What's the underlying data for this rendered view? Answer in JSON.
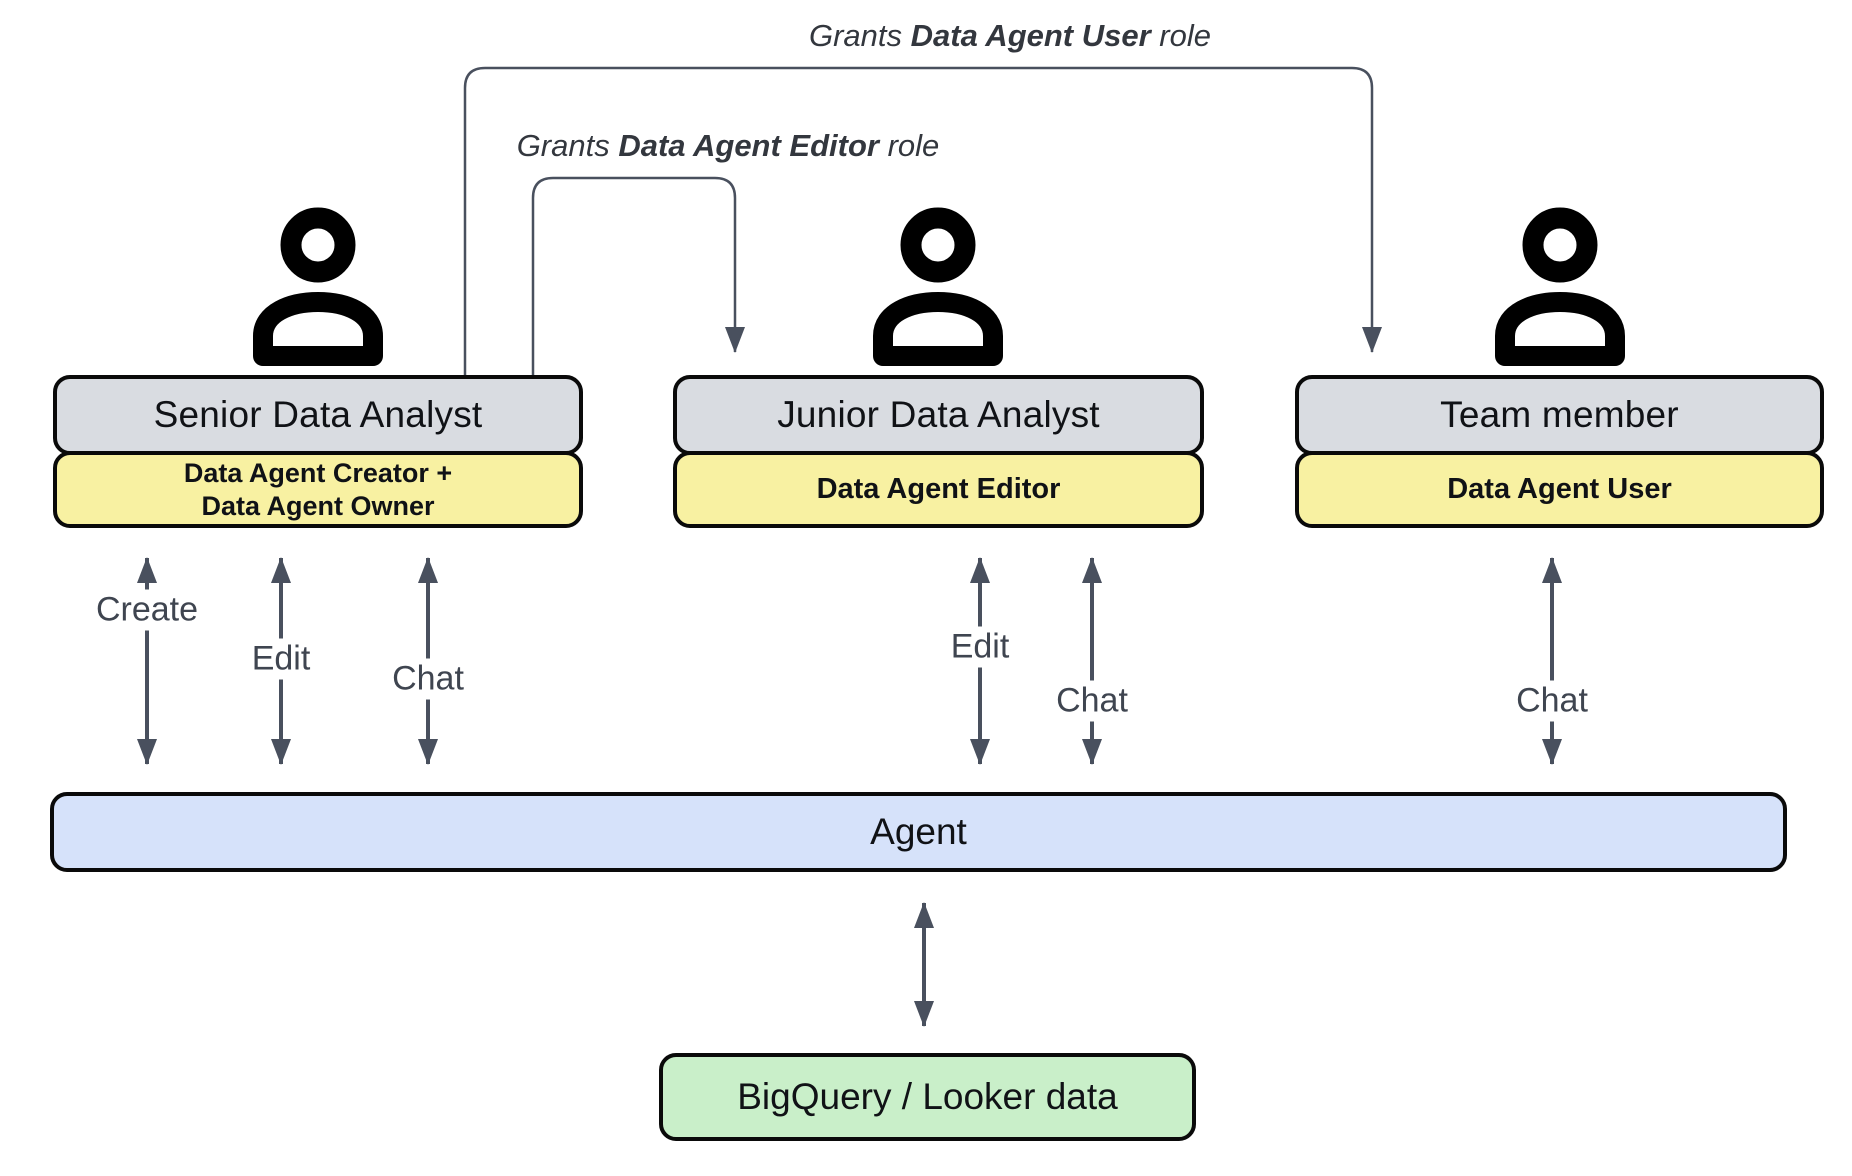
{
  "actors": [
    {
      "title": "Senior Data Analyst",
      "role_lines": [
        "Data Agent Creator +",
        "Data Agent Owner"
      ]
    },
    {
      "title": "Junior Data Analyst",
      "role_lines": [
        "Data Agent Editor"
      ]
    },
    {
      "title": "Team member",
      "role_lines": [
        "Data Agent User"
      ]
    }
  ],
  "grant_labels": [
    {
      "prefix": "Grants",
      "role": "Data Agent User",
      "suffix": "role"
    },
    {
      "prefix": "Grants",
      "role": "Data Agent Editor",
      "suffix": "role"
    }
  ],
  "action_labels": {
    "senior_create": "Create",
    "senior_edit": "Edit",
    "senior_chat": "Chat",
    "junior_edit": "Edit",
    "junior_chat": "Chat",
    "team_chat": "Chat"
  },
  "agent": {
    "label": "Agent"
  },
  "datasource": {
    "label": "BigQuery / Looker data"
  },
  "colors": {
    "actor_box_fill": "#d9dce1",
    "role_badge_fill": "#f8f1a2",
    "agent_fill": "#d6e2fa",
    "datasource_fill": "#c9efc9",
    "arrow": "#49505e",
    "border": "#0a0a0a"
  }
}
